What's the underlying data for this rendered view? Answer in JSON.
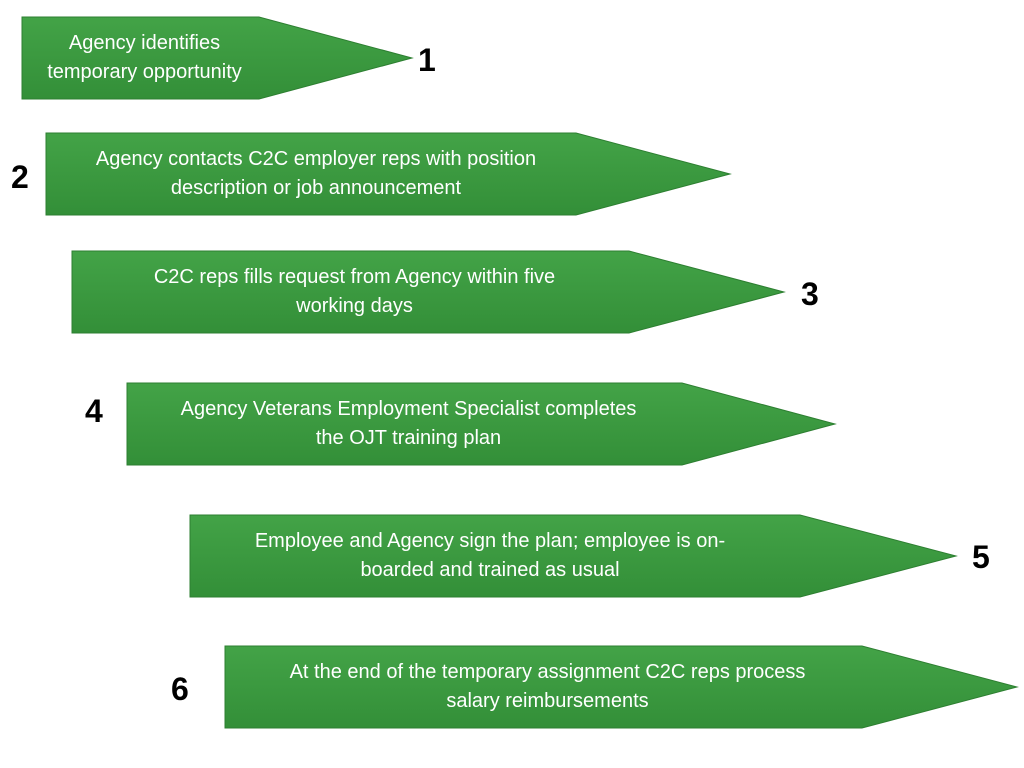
{
  "colors": {
    "arrow_fill": "#3b9a3f",
    "arrow_fill_dark": "#2f8a35",
    "text": "#ffffff",
    "number": "#000000"
  },
  "steps": [
    {
      "number": "1",
      "text": "Agency identifies\ntemporary opportunity"
    },
    {
      "number": "2",
      "text": "Agency contacts C2C employer reps with position\ndescription or job announcement"
    },
    {
      "number": "3",
      "text": "C2C reps fills request from Agency within five\nworking days"
    },
    {
      "number": "4",
      "text": "Agency Veterans Employment Specialist completes\nthe OJT training plan"
    },
    {
      "number": "5",
      "text": "Employee and Agency sign the plan; employee is on-\nboarded and trained as usual"
    },
    {
      "number": "6",
      "text": "At the end of the temporary assignment C2C reps process\nsalary reimbursements"
    }
  ]
}
